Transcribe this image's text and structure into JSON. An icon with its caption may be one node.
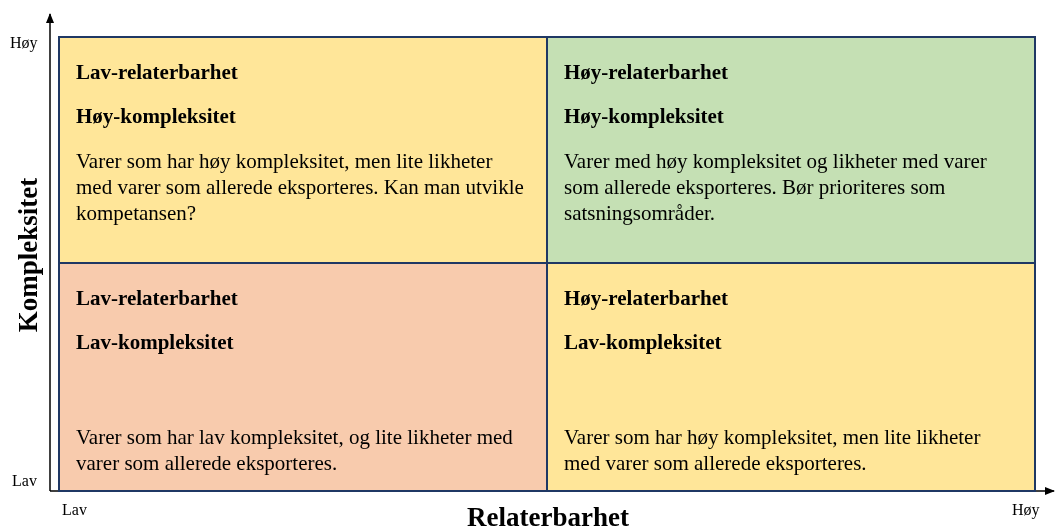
{
  "diagram": {
    "nodes": [
      {
        "text": [
          "Lav-relaterbarhet",
          "Høy-kompleksitet",
          "Varer som har høy kompleksitet, men lite likheter med varer som allerede eksporteres. Kan man utvikle kompetansen?"
        ]
      },
      {
        "text": [
          "Høy-relaterbarhet",
          "Høy-kompleksitet",
          "Varer med høy kompleksitet og likheter med varer som allerede eksporteres. Bør prioriteres som satsningsområder."
        ]
      },
      {
        "text": [
          "Lav-relaterbarhet",
          "Lav-kompleksitet",
          "Varer som har lav kompleksitet, og lite likheter med varer som allerede eksporteres."
        ]
      },
      {
        "text": [
          "Høy-relaterbarhet",
          "Lav-kompleksitet",
          "Varer som har høy kompleksitet, men lite likheter med varer som allerede eksporteres."
        ]
      }
    ],
    "labels": [
      "Høy",
      "Kompleksitet",
      "Lav",
      "Lav",
      "Relaterbarhet",
      "Høy"
    ]
  }
}
